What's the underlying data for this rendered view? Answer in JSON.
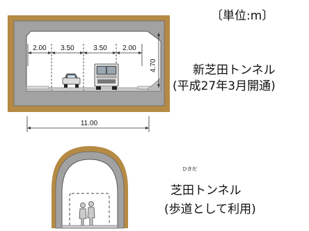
{
  "unit_label": "〔単位:m〕",
  "new_tunnel": {
    "name": "新芝田トンネル",
    "opened": "(平成27年3月開通)",
    "widths": [
      "2.00",
      "3.50",
      "3.50",
      "2.00"
    ],
    "height": "4.70",
    "total_width": "11.00"
  },
  "old_tunnel": {
    "furigana": "ひきだ",
    "name": "芝田トンネル",
    "use": "(歩道として利用)"
  },
  "colors": {
    "lining": "#b58a44",
    "rock": "#a2a2a2",
    "bore": "#ffffff",
    "outline": "#555555",
    "ink": "#111111"
  }
}
